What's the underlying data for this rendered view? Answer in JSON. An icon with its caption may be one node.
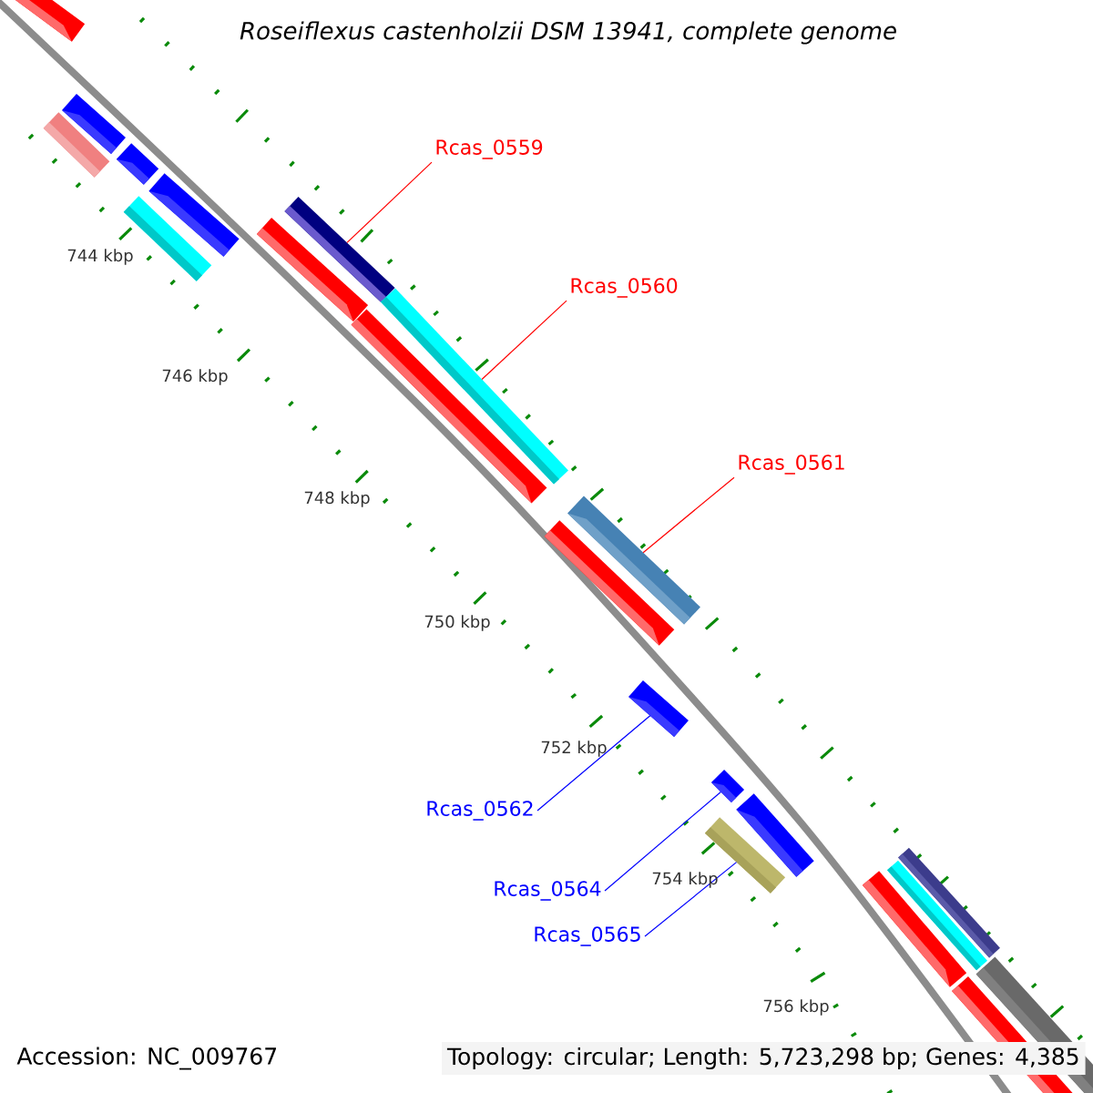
{
  "diagram": {
    "title": "Roseiflexus castenholzii DSM 13941, complete genome",
    "nodes": [
      {
        "text": [
          "Rcas_0559"
        ]
      },
      {
        "text": [],
        "shape": "bar"
      },
      {
        "text": [
          "Rcas_0560"
        ]
      },
      {
        "text": [],
        "shape": "bar"
      },
      {
        "text": [
          "Rcas_0561"
        ]
      },
      {
        "text": [],
        "shape": "bar"
      },
      {
        "text": [
          "Rcas_0562"
        ]
      },
      {
        "text": [],
        "shape": "bar"
      },
      {
        "text": [
          "Rcas_0564"
        ]
      },
      {
        "text": [],
        "shape": "bar"
      },
      {
        "text": [
          "Rcas_0565"
        ]
      },
      {
        "text": [],
        "shape": "bar"
      },
      {
        "text": [],
        "shape": "bar"
      },
      {
        "text": [],
        "shape": "bar"
      },
      {
        "text": [],
        "shape": "bar"
      },
      {
        "text": [],
        "shape": "bar"
      },
      {
        "text": [],
        "shape": "bar"
      },
      {
        "text": [],
        "shape": "bar"
      },
      {
        "text": [],
        "shape": "bar"
      },
      {
        "text": [],
        "shape": "bar"
      },
      {
        "text": [],
        "shape": "bar"
      },
      {
        "text": [],
        "shape": "bar"
      },
      {
        "text": [],
        "shape": "bar"
      },
      {
        "text": [],
        "shape": "bar"
      },
      {
        "text": [],
        "shape": "bar"
      },
      {
        "text": [],
        "shape": "bar"
      },
      {
        "text": [],
        "shape": "bar"
      }
    ],
    "edges": [
      {
        "from": 0,
        "to": 1,
        "arrow": "none",
        "color": "#ff0000"
      },
      {
        "from": 2,
        "to": 3,
        "arrow": "none",
        "color": "#ff0000"
      },
      {
        "from": 4,
        "to": 5,
        "arrow": "none",
        "color": "#ff0000"
      },
      {
        "from": 6,
        "to": 7,
        "arrow": "none",
        "color": "#0000ff"
      },
      {
        "from": 8,
        "to": 9,
        "arrow": "none",
        "color": "#0000ff"
      },
      {
        "from": 10,
        "to": 11,
        "arrow": "none",
        "color": "#0000ff"
      }
    ],
    "labels": [
      "744 kbp",
      "746 kbp",
      "748 kbp",
      "750 kbp",
      "752 kbp",
      "754 kbp",
      "756 kbp",
      "Accession: NC_009767",
      "Topology: circular; Length: 5,723,298 bp; Genes: 4,385"
    ]
  }
}
